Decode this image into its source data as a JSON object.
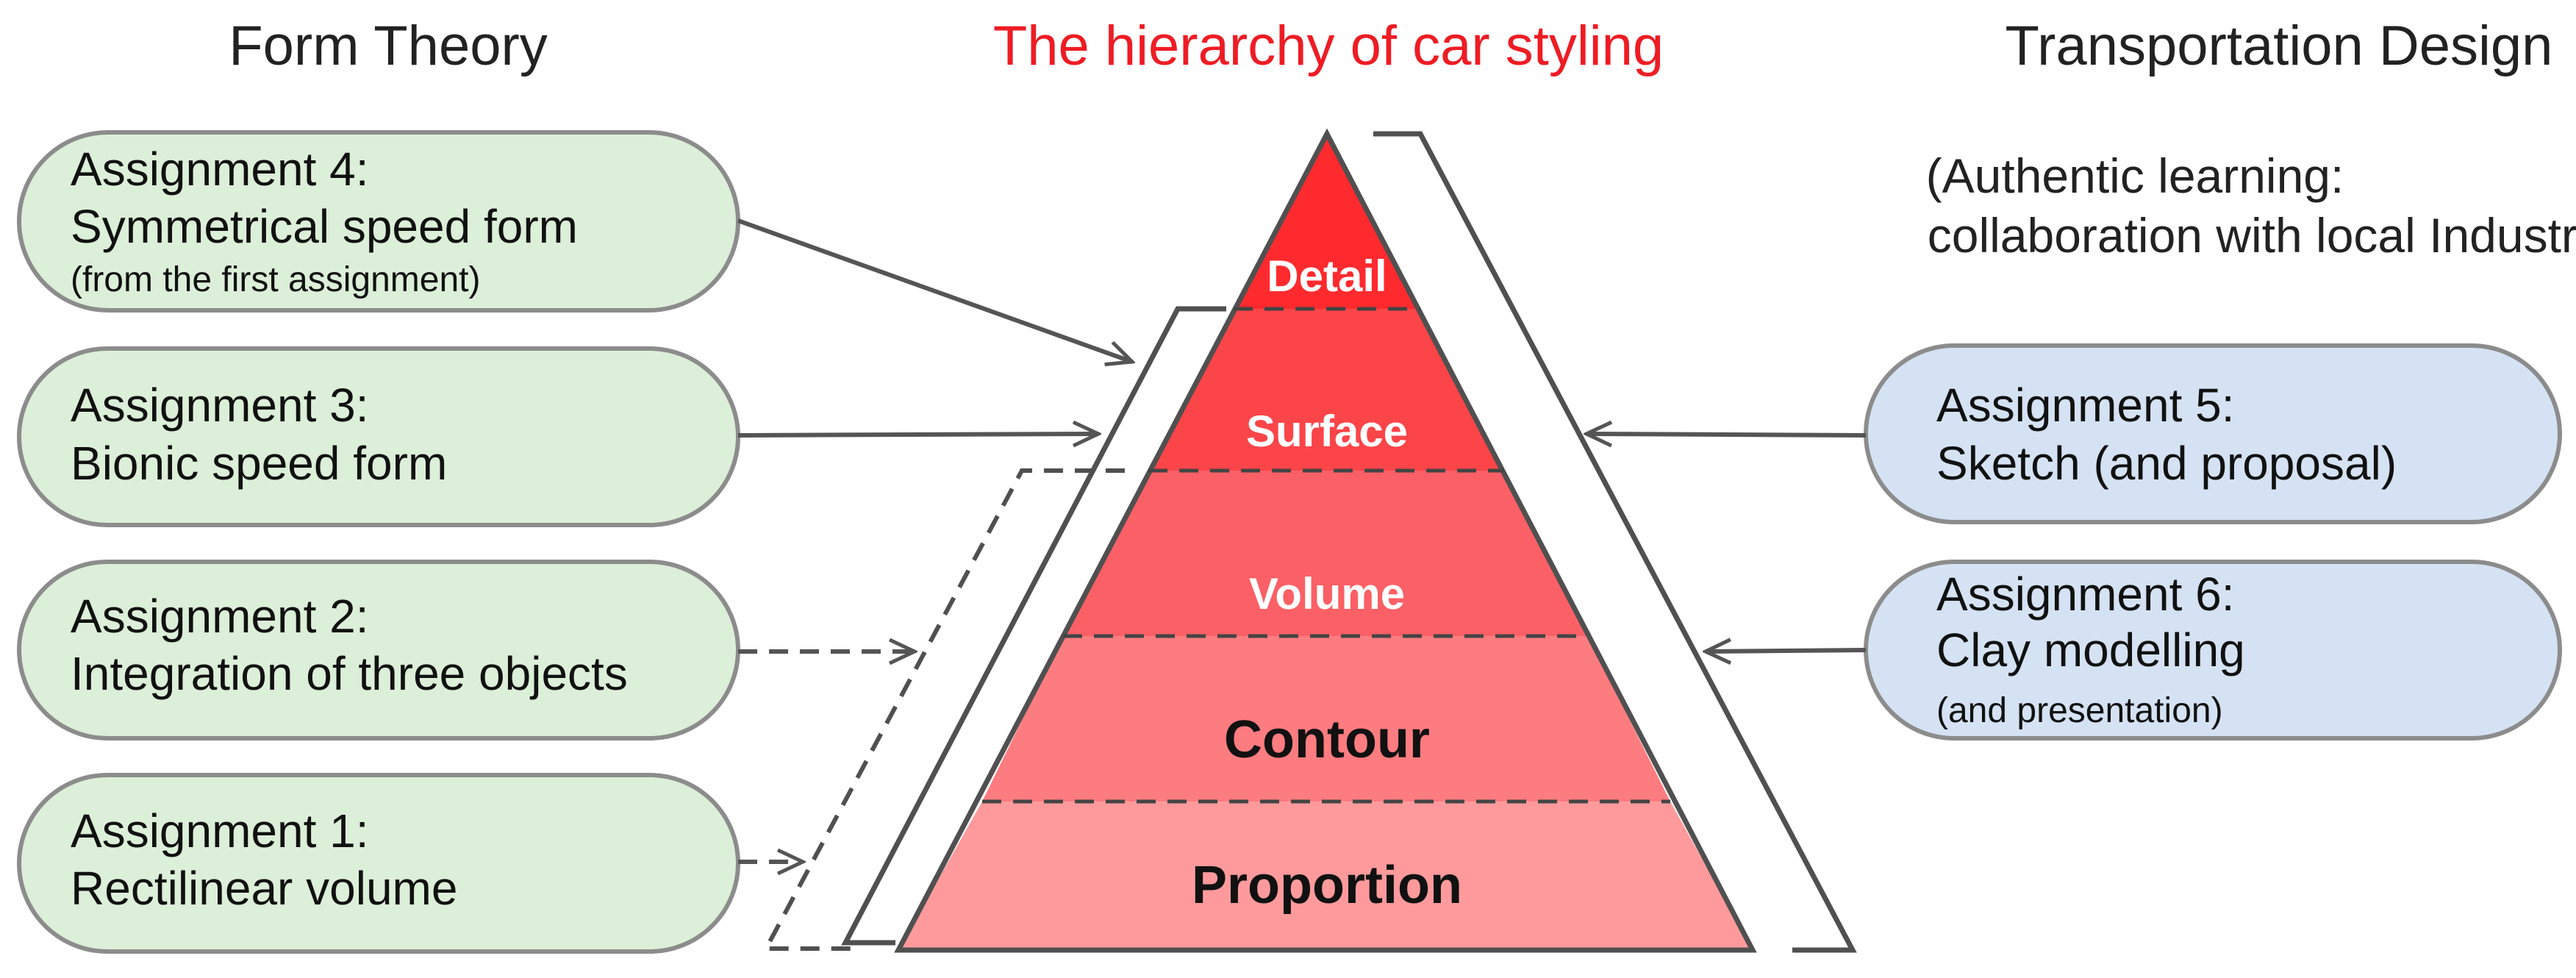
{
  "headers": {
    "left": "Form Theory",
    "center": "The hierarchy of car styling",
    "right": "Transportation Design"
  },
  "right_note": {
    "line1": "(Authentic learning:",
    "line2": "collaboration with  local Industries)"
  },
  "pyramid": {
    "levels": [
      {
        "label": "Detail",
        "color": "#ff2a2e"
      },
      {
        "label": "Surface",
        "color": "#fb4549"
      },
      {
        "label": "Volume",
        "color": "#fb6066"
      },
      {
        "label": "Contour",
        "color": "#fd7c80"
      },
      {
        "label": "Proportion",
        "color": "#fe9a9c"
      }
    ]
  },
  "form_theory": [
    {
      "line1": "Assignment 4:",
      "line2": "Symmetrical speed form",
      "note": "(from the first assignment)"
    },
    {
      "line1": "Assignment 3:",
      "line2": "Bionic speed form"
    },
    {
      "line1": "Assignment 2:",
      "line2": "Integration of three objects"
    },
    {
      "line1": "Assignment  1:",
      "line2": "Rectilinear volume"
    }
  ],
  "transportation_design": [
    {
      "line1": "Assignment  5:",
      "line2": "Sketch (and proposal)"
    },
    {
      "line1": "Assignment 6:",
      "line2": "Clay modelling",
      "note": "(and presentation)"
    }
  ],
  "colors": {
    "green_box": "#dcefd8",
    "blue_box": "#d4e2f3",
    "box_stroke": "#8c8c8c",
    "connector": "#555555",
    "title_red": "#ee1c24"
  }
}
